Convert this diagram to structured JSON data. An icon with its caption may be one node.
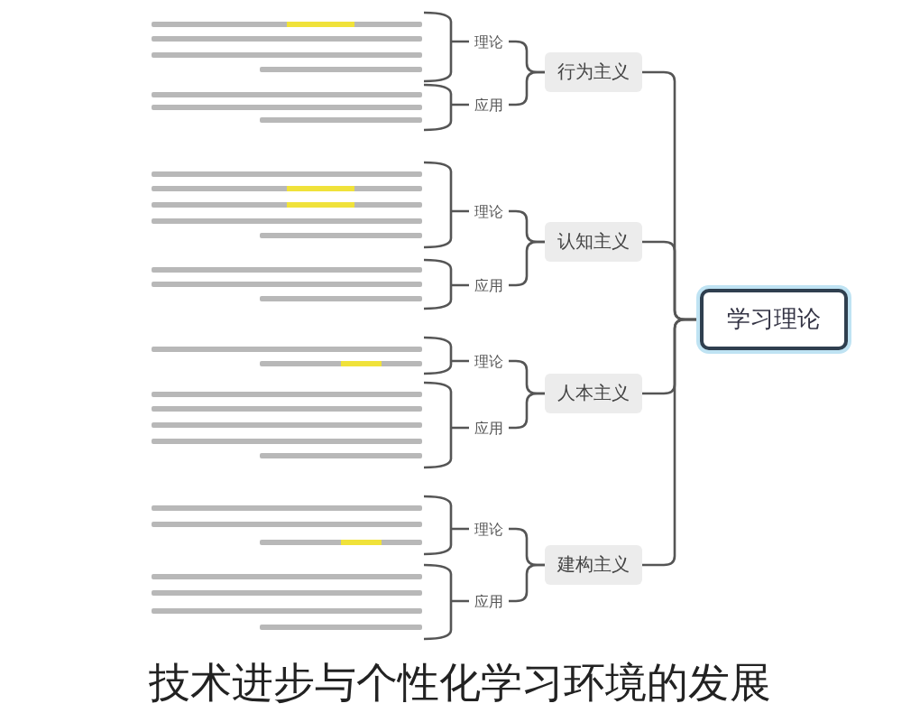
{
  "diagram": {
    "caption": "技术进步与个性化学习环境的发展",
    "nodes": [
      {
        "text": [
          "学习理论"
        ]
      },
      {
        "text": [
          "行为主义"
        ]
      },
      {
        "text": [
          "认知主义"
        ]
      },
      {
        "text": [
          "人本主义"
        ]
      },
      {
        "text": [
          "建构主义"
        ]
      },
      {
        "text": [
          "理论"
        ]
      },
      {
        "text": [],
        "shape": "picture"
      },
      {
        "text": [
          "应用"
        ]
      },
      {
        "text": [],
        "shape": "picture"
      },
      {
        "text": [
          "理论"
        ]
      },
      {
        "text": [],
        "shape": "picture"
      },
      {
        "text": [
          "应用"
        ]
      },
      {
        "text": [],
        "shape": "picture"
      },
      {
        "text": [
          "理论"
        ]
      },
      {
        "text": [],
        "shape": "picture"
      },
      {
        "text": [
          "应用"
        ]
      },
      {
        "text": [],
        "shape": "picture"
      },
      {
        "text": [
          "理论"
        ]
      },
      {
        "text": [],
        "shape": "picture"
      },
      {
        "text": [
          "应用"
        ]
      },
      {
        "text": [],
        "shape": "picture"
      }
    ],
    "edges": [
      {
        "from": 0,
        "to": 1,
        "arrow": "none"
      },
      {
        "from": 0,
        "to": 2,
        "arrow": "none"
      },
      {
        "from": 0,
        "to": 3,
        "arrow": "none"
      },
      {
        "from": 0,
        "to": 4,
        "arrow": "none"
      },
      {
        "from": 1,
        "to": 5,
        "arrow": "none"
      },
      {
        "from": 1,
        "to": 7,
        "arrow": "none"
      },
      {
        "from": 2,
        "to": 9,
        "arrow": "none"
      },
      {
        "from": 2,
        "to": 11,
        "arrow": "none"
      },
      {
        "from": 3,
        "to": 13,
        "arrow": "none"
      },
      {
        "from": 3,
        "to": 15,
        "arrow": "none"
      },
      {
        "from": 4,
        "to": 17,
        "arrow": "none"
      },
      {
        "from": 4,
        "to": 19,
        "arrow": "none"
      },
      {
        "from": 5,
        "to": 6,
        "arrow": "none"
      },
      {
        "from": 7,
        "to": 8,
        "arrow": "none"
      },
      {
        "from": 9,
        "to": 10,
        "arrow": "none"
      },
      {
        "from": 11,
        "to": 12,
        "arrow": "none"
      },
      {
        "from": 13,
        "to": 14,
        "arrow": "none"
      },
      {
        "from": 15,
        "to": 16,
        "arrow": "none"
      },
      {
        "from": 17,
        "to": 18,
        "arrow": "none"
      },
      {
        "from": 19,
        "to": 20,
        "arrow": "none"
      }
    ]
  }
}
